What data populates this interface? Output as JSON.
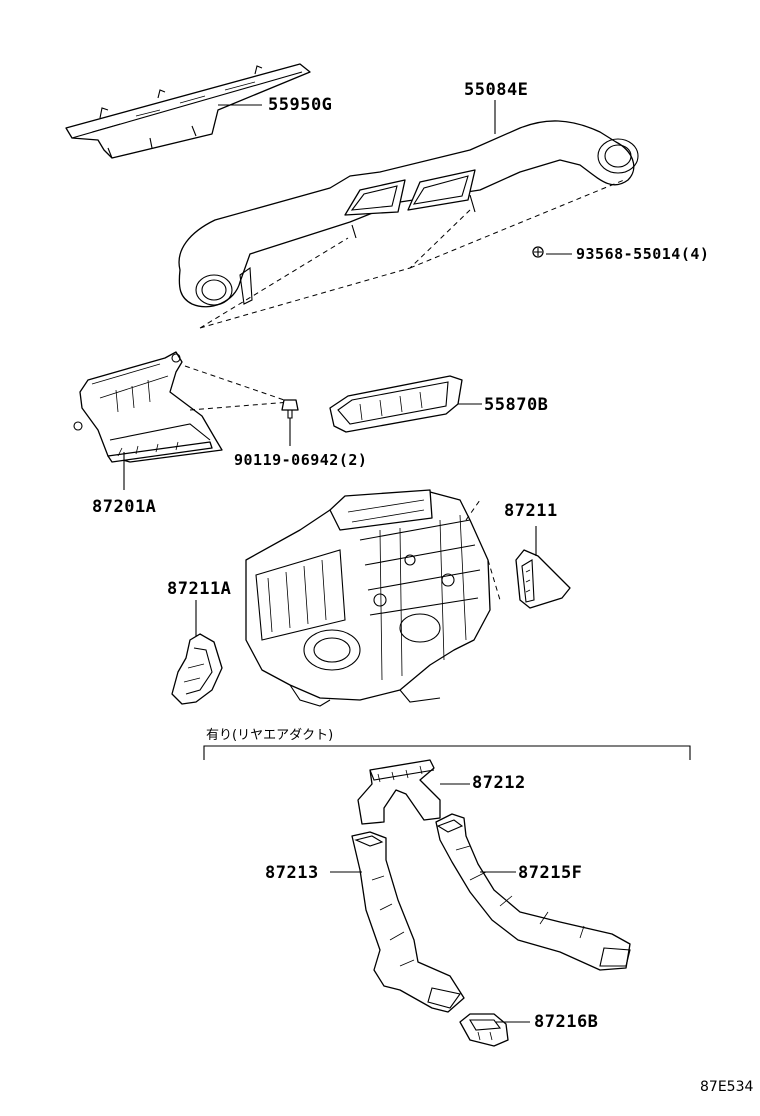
{
  "parts": {
    "p55950G": "55950G",
    "p55084E": "55084E",
    "p93568": "93568-55014(4)",
    "p55870B": "55870B",
    "p90119": "90119-06942(2)",
    "p87201A": "87201A",
    "p87211": "87211",
    "p87211A": "87211A",
    "p87212": "87212",
    "p87213": "87213",
    "p87215F": "87215F",
    "p87216B": "87216B"
  },
  "group_note": "有り(リヤエアダクト)",
  "diagram_code": "87E534"
}
